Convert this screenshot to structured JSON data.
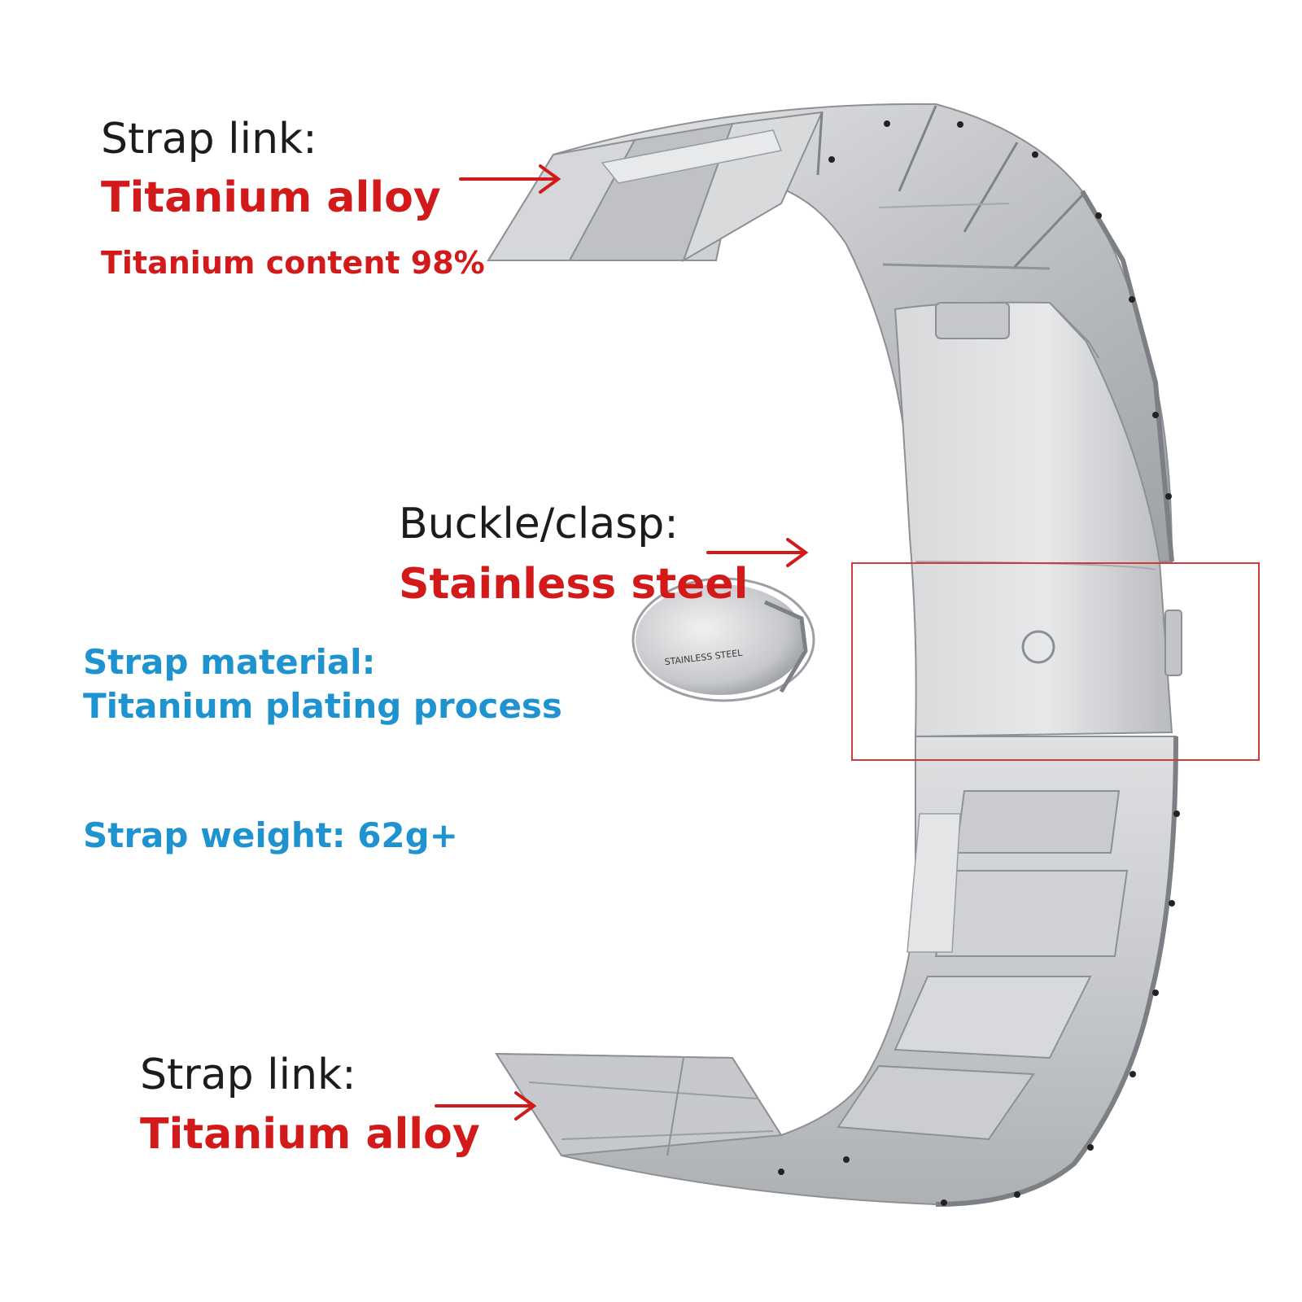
{
  "top_callout": {
    "heading": "Strap link:",
    "material": "Titanium alloy",
    "detail": "Titanium content 98%"
  },
  "buckle_callout": {
    "heading": "Buckle/clasp:",
    "material": "Stainless steel",
    "inset_engraving": "STAINLESS STEEL"
  },
  "strap_material": {
    "label": "Strap material:",
    "value": "Titanium plating process"
  },
  "strap_weight": {
    "label": "Strap weight: 62g+"
  },
  "bottom_callout": {
    "heading": "Strap link:",
    "material": "Titanium alloy"
  },
  "colors": {
    "heading_text": "#1c1c1c",
    "material_red": "#d21a1a",
    "spec_blue": "#1e93cf",
    "metal_silver": "#c9cbce",
    "highlight_box": "#d23a3a"
  }
}
